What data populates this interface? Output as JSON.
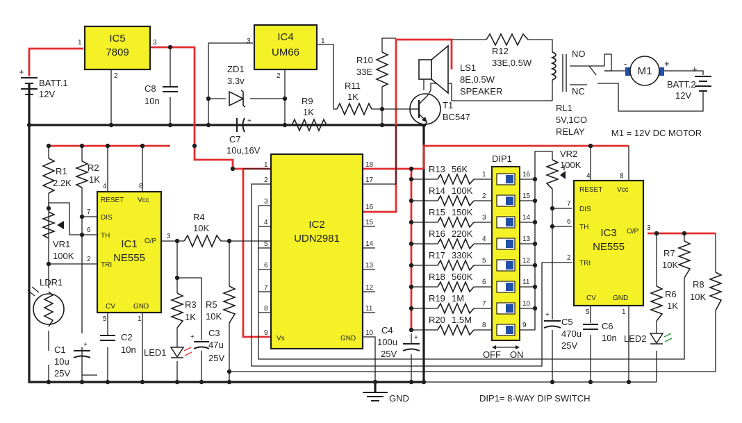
{
  "ic5": {
    "ref": "IC5",
    "part": "7809",
    "pin1": "1",
    "pin2": "2",
    "pin3": "3"
  },
  "ic4": {
    "ref": "IC4",
    "part": "UM66",
    "pin1": "1",
    "pin2": "2",
    "pin3": "3"
  },
  "ic1": {
    "ref": "IC1",
    "part": "NE555",
    "pins": {
      "reset": "RESET",
      "vcc": "Vcc",
      "dis": "DIS",
      "th": "TH",
      "tri": "TRI",
      "op": "O/P",
      "cv": "CV",
      "gnd": "GND"
    },
    "pin_nums": [
      "4",
      "8",
      "7",
      "6",
      "2",
      "3",
      "5",
      "1"
    ]
  },
  "ic3": {
    "ref": "IC3",
    "part": "NE555",
    "pins": {
      "reset": "RESET",
      "vcc": "Vcc",
      "dis": "DIS",
      "th": "TH",
      "tri": "TRI",
      "op": "O/P",
      "cv": "CV",
      "gnd": "GND"
    },
    "pin_nums": [
      "4",
      "8",
      "7",
      "6",
      "2",
      "3",
      "5",
      "1"
    ]
  },
  "ic2": {
    "ref": "IC2",
    "part": "UDN2981",
    "vs": "Vs",
    "gnd": "GND",
    "left_pins": [
      "1",
      "2",
      "3",
      "4",
      "5",
      "6",
      "7",
      "8",
      "9"
    ],
    "right_pins": [
      "18",
      "17",
      "16",
      "15",
      "14",
      "13",
      "12",
      "11",
      "10"
    ]
  },
  "batt1": {
    "name": "BATT.1",
    "value": "12V"
  },
  "batt2": {
    "name": "BATT.2",
    "value": "12V"
  },
  "c8": {
    "name": "C8",
    "value": "10n"
  },
  "zd1": {
    "name": "ZD1",
    "value": "3.3v"
  },
  "c7": {
    "name": "C7",
    "value": "10u,16V"
  },
  "r9": {
    "name": "R9",
    "value": "1K"
  },
  "r10": {
    "name": "R10",
    "value": "33E"
  },
  "r11": {
    "name": "R11",
    "value": "1K"
  },
  "ls1": {
    "name": "LS1",
    "value": "8E,0.5W",
    "desc": "SPEAKER"
  },
  "r12": {
    "name": "R12",
    "value": "33E,0.5W"
  },
  "t1": {
    "name": "T1",
    "value": "BC547"
  },
  "rl1": {
    "name": "RL1",
    "value": "5V,1CO",
    "desc": "RELAY",
    "no": "NO",
    "nc": "NC"
  },
  "m1": {
    "name": "M1",
    "note": "M1 = 12V DC MOTOR"
  },
  "r1": {
    "name": "R1",
    "value": "2.2K"
  },
  "r2": {
    "name": "R2",
    "value": "1K"
  },
  "vr1": {
    "name": "VR1",
    "value": "100K"
  },
  "ldr1": {
    "name": "LDR1"
  },
  "c1": {
    "name": "C1",
    "value": "10u",
    "volt": "25V"
  },
  "c2": {
    "name": "C2",
    "value": "10n"
  },
  "r3": {
    "name": "R3",
    "value": "1K"
  },
  "led1": {
    "name": "LED1"
  },
  "c3": {
    "name": "C3",
    "value": "47u",
    "volt": "25V"
  },
  "r4": {
    "name": "R4",
    "value": "10K"
  },
  "r5": {
    "name": "R5",
    "value": "10K"
  },
  "c4": {
    "name": "C4",
    "value": "100u",
    "volt": "25V"
  },
  "gnd": "GND",
  "dip_resistors": [
    {
      "name": "R13",
      "value": "56K",
      "pin": "1"
    },
    {
      "name": "R14",
      "value": "100K",
      "pin": "2"
    },
    {
      "name": "R15",
      "value": "150K",
      "pin": "3"
    },
    {
      "name": "R16",
      "value": "220K",
      "pin": "4"
    },
    {
      "name": "R17",
      "value": "330K",
      "pin": "5"
    },
    {
      "name": "R18",
      "value": "560K",
      "pin": "6"
    },
    {
      "name": "R19",
      "value": "1M",
      "pin": "7"
    },
    {
      "name": "R20",
      "value": "1.5M",
      "pin": "8"
    }
  ],
  "dip_right_pins": [
    "16",
    "15",
    "14",
    "13",
    "12",
    "11",
    "10",
    "9"
  ],
  "dip1": {
    "name": "DIP1",
    "off": "OFF",
    "on": "ON",
    "note": "DIP1= 8-WAY DIP SWITCH"
  },
  "vr2": {
    "name": "VR2",
    "value": "100K"
  },
  "c5": {
    "name": "C5",
    "value": "470u",
    "volt": "25V"
  },
  "c6": {
    "name": "C6",
    "value": "10n"
  },
  "r6": {
    "name": "R6",
    "value": "1K"
  },
  "r7": {
    "name": "R7",
    "value": "10K"
  },
  "r8": {
    "name": "R8",
    "value": "10K"
  },
  "led2": {
    "name": "LED2"
  },
  "colors": {
    "wire": "#1e1e1e",
    "supply": "#e32d2d",
    "ic_fill": "#f4f226",
    "led_green": "#1a9a2a",
    "dip_switch": "#1f4fa6"
  }
}
